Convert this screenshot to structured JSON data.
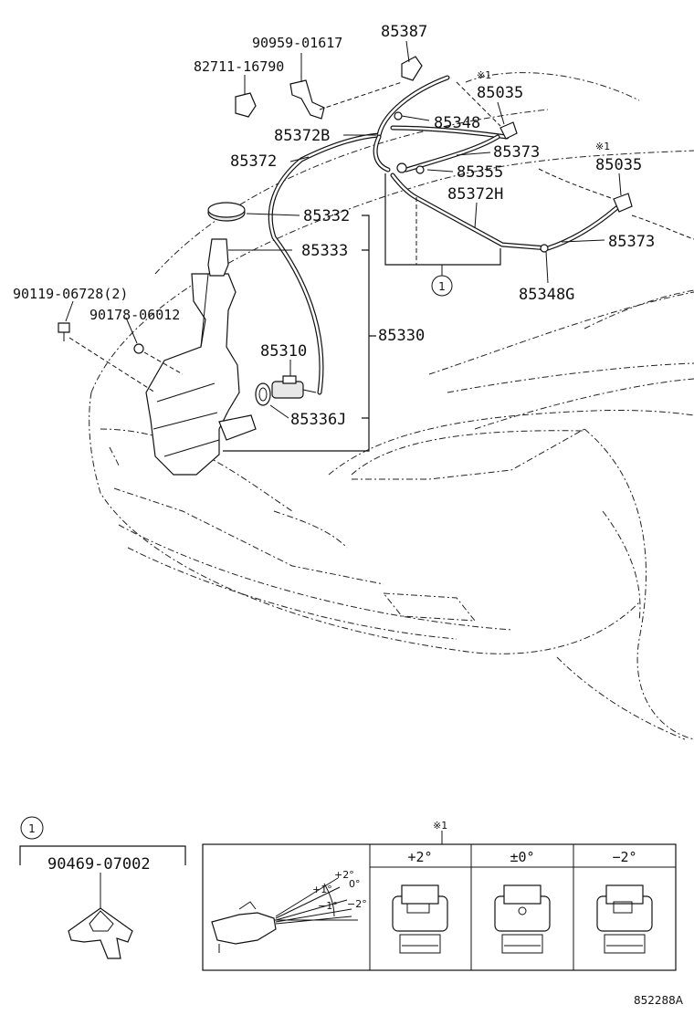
{
  "diagram": {
    "part_labels": {
      "p85387": "85387",
      "p90959": "90959-01617",
      "p82711": "82711-16790",
      "p85035a": "85035",
      "p85348": "85348",
      "p85372b": "85372B",
      "p85373a": "85373",
      "p85372": "85372",
      "p85355": "85355",
      "p85035b": "85035",
      "p85372h": "85372H",
      "p85332": "85332",
      "p85333": "85333",
      "p85373b": "85373",
      "p90119": "90119-06728(2)",
      "p90178": "90178-06012",
      "p85348g": "85348G",
      "p85330": "85330",
      "p85310": "85310",
      "p85336j": "85336J"
    },
    "note_mark_a": "※1",
    "note_mark_b": "※1",
    "callout_circle": "1",
    "detail": {
      "circle": "1",
      "part": "90469-07002"
    },
    "angle_table": {
      "mark": "※1",
      "headers": [
        "+2°",
        "±0°",
        "−2°"
      ],
      "spray_labels": {
        "plus2": "+2°",
        "plus1": "+1°",
        "zero": "0°",
        "minus1": "−1°",
        "minus2": "−2°"
      }
    },
    "ref_code": "852288A"
  }
}
